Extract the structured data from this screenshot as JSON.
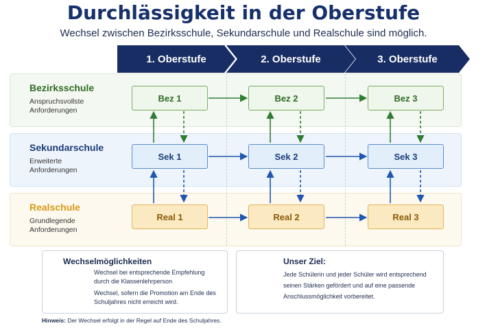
{
  "title": "Durchlässigkeit in der Oberstufe",
  "subtitle": "Wechsel zwischen Bezirksschule, Sekundarschule und Realschule sind möglich.",
  "columns": [
    "1. Oberstufe",
    "2. Oberstufe",
    "3. Oberstufe"
  ],
  "rows": [
    {
      "name": "Bezirksschule",
      "description": "Anspruchsvollste\nAnforderungen",
      "color": "#2e6b24",
      "nodes": [
        "Bez 1",
        "Bez 2",
        "Bez 3"
      ]
    },
    {
      "name": "Sekundarschule",
      "description": "Erweiterte\nAnforderungen",
      "color": "#1d3c78",
      "nodes": [
        "Sek 1",
        "Sek 2",
        "Sek 3"
      ]
    },
    {
      "name": "Realschule",
      "description": "Grundlegende\nAnforderungen",
      "color": "#d79a18",
      "nodes": [
        "Real 1",
        "Real 2",
        "Real 3"
      ]
    }
  ],
  "legend": {
    "title": "Wechselmöglichkeiten",
    "solid": "Wechsel bei entsprechende Empfehlung\ndurch die Klassenlehrperson",
    "dashed": "Wechsel, sofern die Promotion am Ende des\nSchuljahres nicht erreicht wird."
  },
  "goal": {
    "title": "Unser Ziel:",
    "text": "Jede Schülerin und jeder Schüler wird entsprechend\nseinen Stärken gefördert und auf eine passende\nAnschlussmöglichkeit vorbereitet."
  },
  "note": {
    "label": "Hinweis:",
    "text": " Der Wechsel erfolgt in der Regel auf Ende des Schuljahres."
  },
  "colors": {
    "green": "#2e7d32",
    "blue": "#1f56b0",
    "navy": "#182d63"
  }
}
